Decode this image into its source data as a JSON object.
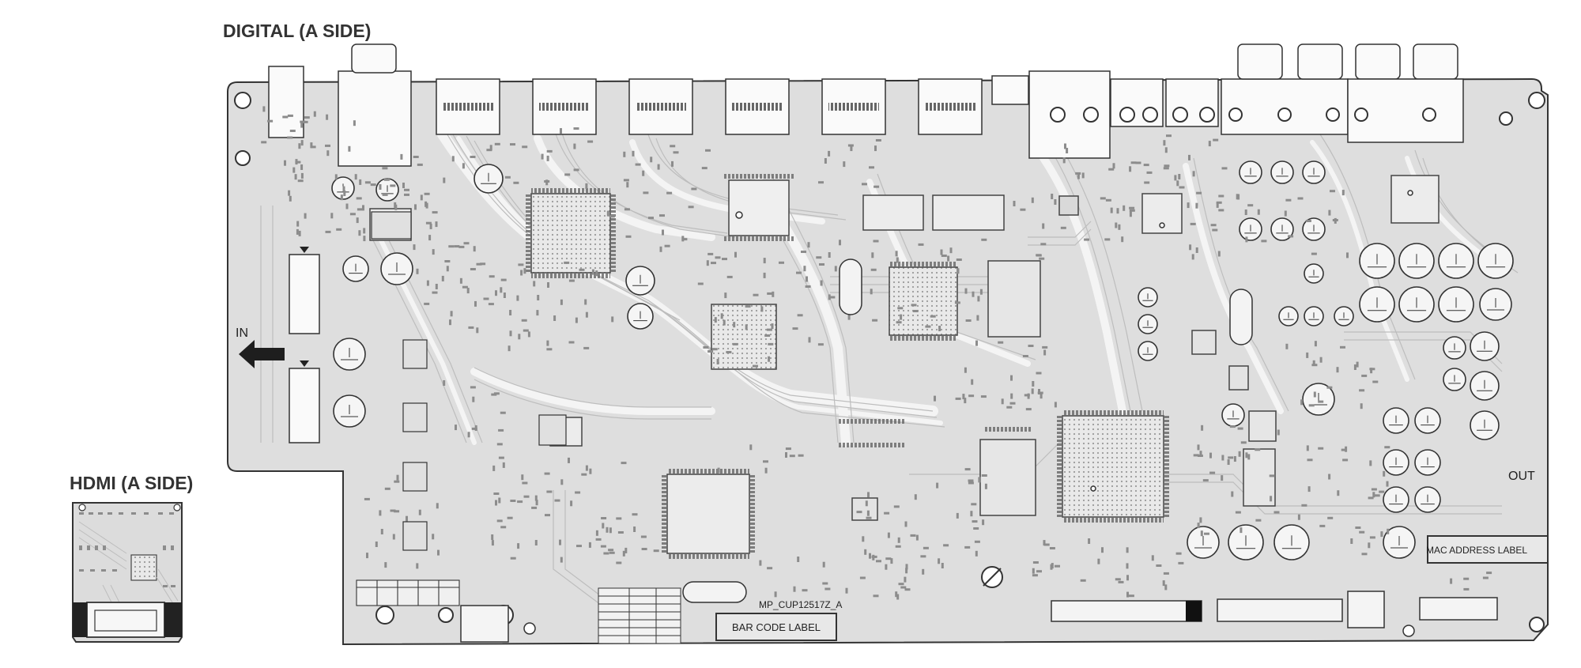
{
  "titles": {
    "digital": "DIGITAL (A SIDE)",
    "hdmi": "HDMI (A SIDE)"
  },
  "labels": {
    "in": "IN",
    "out": "OUT",
    "model": "MP_CUP12517Z_A",
    "bar_code": "BAR CODE LABEL",
    "mac_address": "MAC ADDRESS LABEL"
  },
  "colors": {
    "pcb_fill": "#dedede",
    "trace": "#c4c4c4",
    "trace_light": "#f2f2f2",
    "outline": "#333333",
    "component": "#555555"
  }
}
